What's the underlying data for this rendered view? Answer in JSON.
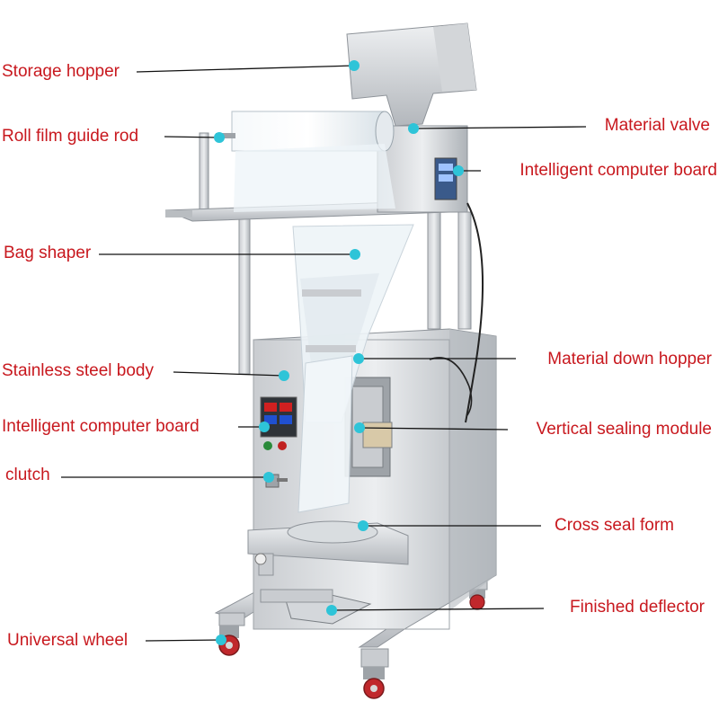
{
  "colors": {
    "label_text": "#c8181e",
    "leader_line": "#111111",
    "marker_dot": "#2ec4d8",
    "steel_light": "#e4e6e8",
    "steel_mid": "#b9bdc1",
    "steel_dark": "#8e9399",
    "film": "#eef4f8",
    "wheel_red": "#c0282c"
  },
  "callouts": [
    {
      "id": "storage-hopper",
      "text": "Storage hopper"
    },
    {
      "id": "roll-film-guide-rod",
      "text": "Roll film guide rod"
    },
    {
      "id": "material-valve",
      "text": "Material valve"
    },
    {
      "id": "intelligent-computer-board-top",
      "text": "Intelligent computer board"
    },
    {
      "id": "bag-shaper",
      "text": "Bag shaper"
    },
    {
      "id": "stainless-steel-body",
      "text": "Stainless steel body"
    },
    {
      "id": "material-down-hopper",
      "text": "Material down hopper"
    },
    {
      "id": "intelligent-computer-board-front",
      "text": "Intelligent computer board"
    },
    {
      "id": "vertical-sealing-module",
      "text": "Vertical sealing module"
    },
    {
      "id": "clutch",
      "text": "clutch"
    },
    {
      "id": "cross-seal-form",
      "text": "Cross seal form"
    },
    {
      "id": "finished-deflector",
      "text": "Finished deflector"
    },
    {
      "id": "universal-wheel",
      "text": "Universal wheel"
    }
  ]
}
